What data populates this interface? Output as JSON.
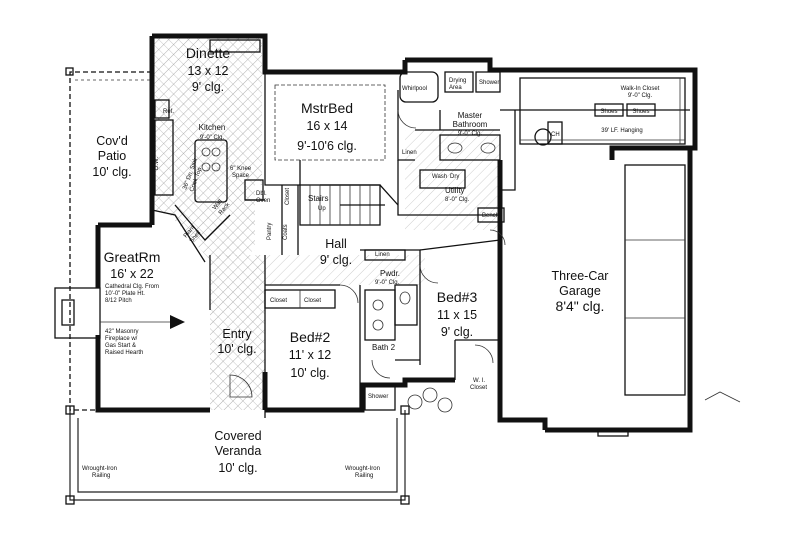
{
  "rooms": {
    "dinette": {
      "name": "Dinette",
      "size": "13 x 12",
      "ceiling": "9' clg."
    },
    "kitchen": {
      "name": "Kitchen",
      "ceiling": "9'-0\" Clg."
    },
    "mstrbed": {
      "name": "MstrBed",
      "size": "16 x 14",
      "ceiling": "9'-10'6 clg."
    },
    "covd_patio": {
      "name": "Cov'd",
      "name2": "Patio",
      "ceiling": "10' clg."
    },
    "greatrm": {
      "name": "GreatRm",
      "size": "16' x 22",
      "note1": "Cathedral Clg. From",
      "note2": "10'-0\" Plate Ht.",
      "note3": "8/12 Pitch"
    },
    "fireplace": {
      "line1": "42\" Masonry",
      "line2": "Fireplace w/",
      "line3": "Gas Start &",
      "line4": "Raised Hearth"
    },
    "hall": {
      "name": "Hall",
      "ceiling": "9' clg."
    },
    "entry": {
      "name": "Entry",
      "ceiling": "10' clg."
    },
    "bed2": {
      "name": "Bed#2",
      "size": "11' x 12",
      "ceiling": "10' clg."
    },
    "bed3": {
      "name": "Bed#3",
      "size": "11 x 15",
      "ceiling": "9' clg."
    },
    "garage": {
      "name": "Three-Car",
      "name2": "Garage",
      "ceiling": "8'4\" clg."
    },
    "veranda": {
      "name": "Covered",
      "name2": "Veranda",
      "ceiling": "10' clg."
    },
    "master_bath": {
      "name": "Master",
      "name2": "Bathroom",
      "ceiling": "9'-0\" Clg."
    },
    "utility": {
      "name": "Utility",
      "ceiling": "8'-0\" Clg."
    },
    "walkin": {
      "line1": "Walk-In Closet",
      "line2": "9'-0\" Clg.",
      "hanging": "39' LF. Hanging",
      "shoes1": "Shoes",
      "shoes2": "Shoes"
    },
    "pwdr": {
      "name": "Pwdr.",
      "ceiling": "9'-0\" Clg."
    },
    "bath2": {
      "name": "Bath 2"
    }
  },
  "labels": {
    "stairs": "Stairs",
    "stairs_up": "Up",
    "closet": "Closet",
    "linen": "Linen",
    "pantry": "Pantry",
    "drying": "Drying",
    "drying2": "Area",
    "shower": "Shower",
    "whirlpool": "Whirlpool",
    "bench": "Bench",
    "wash": "Wash",
    "dry": "Dry",
    "wi_closet": "W. I.",
    "wi_closet2": "Closet",
    "coats": "Coats",
    "dbl_oven": "Dbl.",
    "dbl_oven2": "Oven",
    "ref": "Ref.",
    "dw": "D.W.",
    "knee": "6\" Knee",
    "knee2": "Space",
    "bar": "36\" Dn. Sink",
    "bar2": "Cook Top",
    "wall_oven": "Wall",
    "wall_oven2": "Rack",
    "plant": "Plant",
    "plant2": "Shelf",
    "ch": "CH",
    "wrought_left": "Wrought-Iron",
    "wrought_left2": "Railing",
    "wrought_right": "Wrought-Iron",
    "wrought_right2": "Railing"
  },
  "colors": {
    "ink": "#111111",
    "paper": "#ffffff",
    "hatch": "#9a9a9a"
  }
}
